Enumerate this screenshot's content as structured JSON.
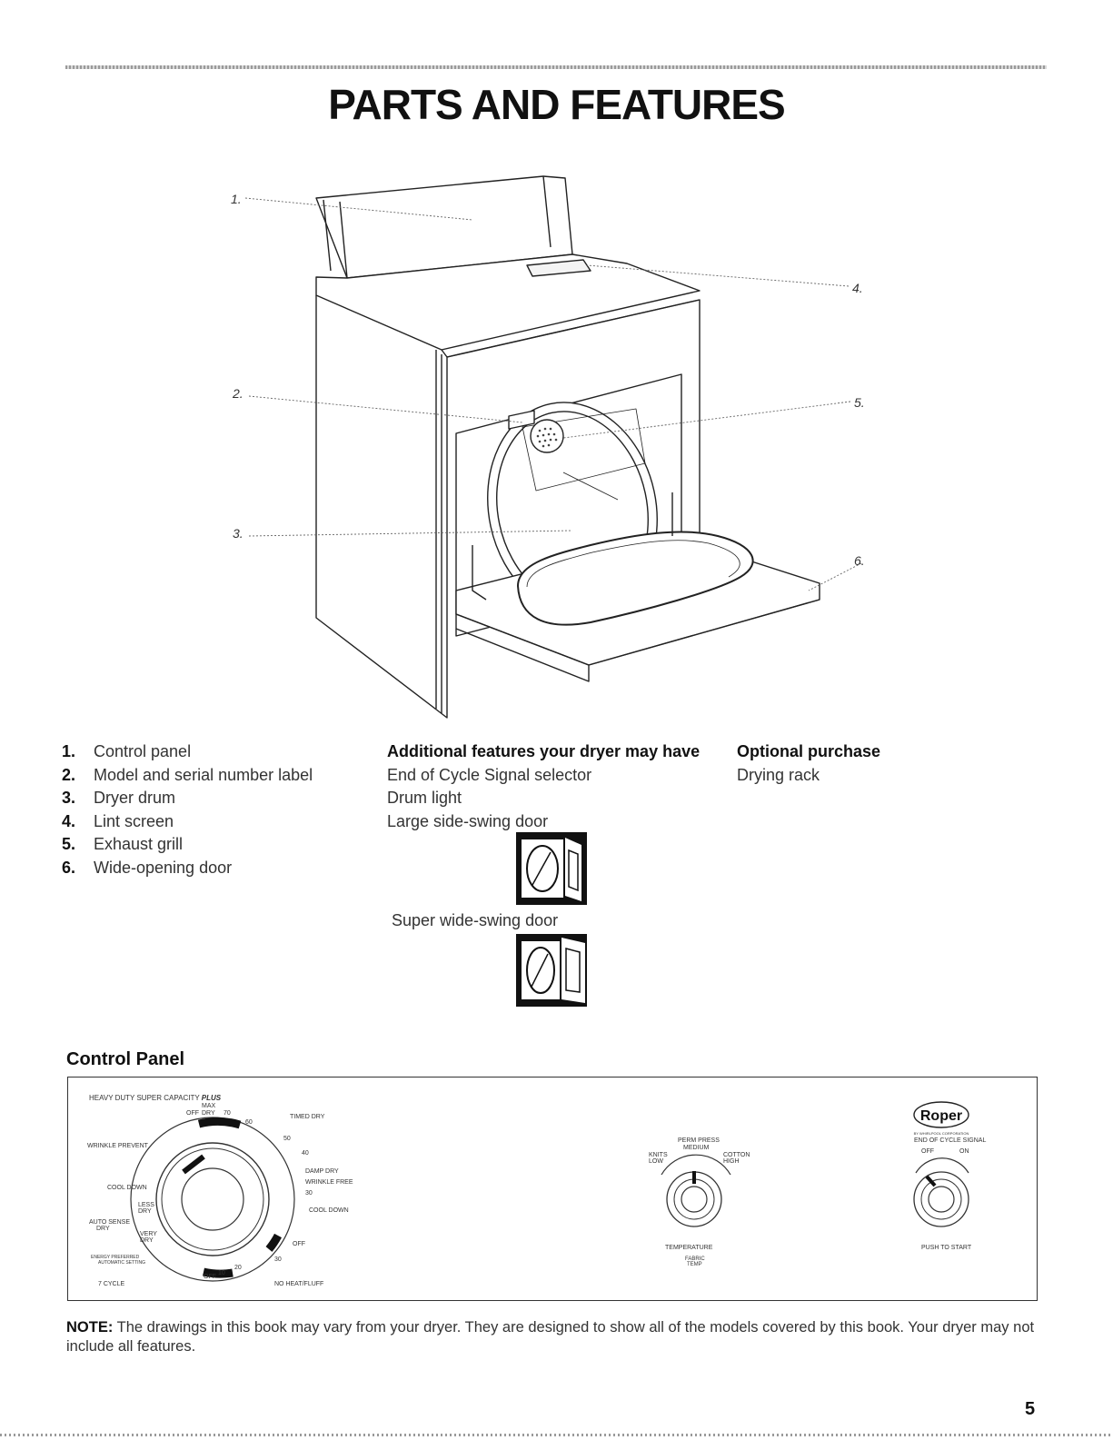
{
  "page": {
    "title": "PARTS AND FEATURES",
    "page_number": "5"
  },
  "diagram": {
    "callouts": [
      "1.",
      "2.",
      "3.",
      "4.",
      "5.",
      "6."
    ]
  },
  "parts": [
    {
      "num": "1.",
      "label": "Control panel"
    },
    {
      "num": "2.",
      "label": "Model and serial number label"
    },
    {
      "num": "3.",
      "label": "Dryer drum"
    },
    {
      "num": "4.",
      "label": "Lint screen"
    },
    {
      "num": "5.",
      "label": "Exhaust grill"
    },
    {
      "num": "6.",
      "label": "Wide-opening door"
    }
  ],
  "additional": {
    "heading": "Additional features your dryer may have",
    "items": [
      "End of Cycle Signal selector",
      "Drum light",
      "Large side-swing door"
    ],
    "super_label": "Super wide-swing door"
  },
  "optional": {
    "heading": "Optional purchase",
    "items": [
      "Drying rack"
    ]
  },
  "control_panel": {
    "heading": "Control Panel",
    "model_prefix": "HEAVY DUTY SUPER CAPACITY",
    "model_suffix": "PLUS",
    "cycle_labels": {
      "max_dry": "MAX",
      "dry": "DRY",
      "off_top": "OFF",
      "t70": "70",
      "t60": "60",
      "t50": "50",
      "t40": "40",
      "t30": "30",
      "t20": "20",
      "t10": "10",
      "timed_dry": "TIMED DRY",
      "wrinkle_prevent": "WRINKLE PREVENT",
      "damp_dry": "DAMP DRY",
      "wrinkle_free": "WRINKLE FREE",
      "cool_down_right": "COOL DOWN",
      "cool_down_left": "COOL DOWN",
      "less": "LESS",
      "less_dry": "DRY",
      "auto_sense": "AUTO SENSE",
      "auto_dry": "DRY",
      "very": "VERY",
      "very_dry": "DRY",
      "off_right": "OFF",
      "off_bottom": "OFF",
      "energy_note": "ENERGY PREFERRED",
      "energy_note2": "AUTOMATIC SETTING",
      "seven_cycle": "7 CYCLE",
      "no_heat": "NO HEAT/FLUFF"
    },
    "temperature": {
      "perm_press": "PERM PRESS",
      "medium": "MEDIUM",
      "knits": "KNITS",
      "low": "LOW",
      "cotton": "COTTON",
      "high": "HIGH",
      "label": "TEMPERATURE",
      "fabric": "FABRIC",
      "temp": "TEMP"
    },
    "signal": {
      "brand": "Roper",
      "brand_sub": "BY WHIRLPOOL CORPORATION",
      "title": "END OF CYCLE SIGNAL",
      "off": "OFF",
      "on": "ON",
      "push": "PUSH TO START"
    }
  },
  "note": {
    "bold": "NOTE:",
    "text": " The drawings in this book may vary from your dryer. They are designed to show all of the models covered by this book. Your dryer may not include all features."
  }
}
